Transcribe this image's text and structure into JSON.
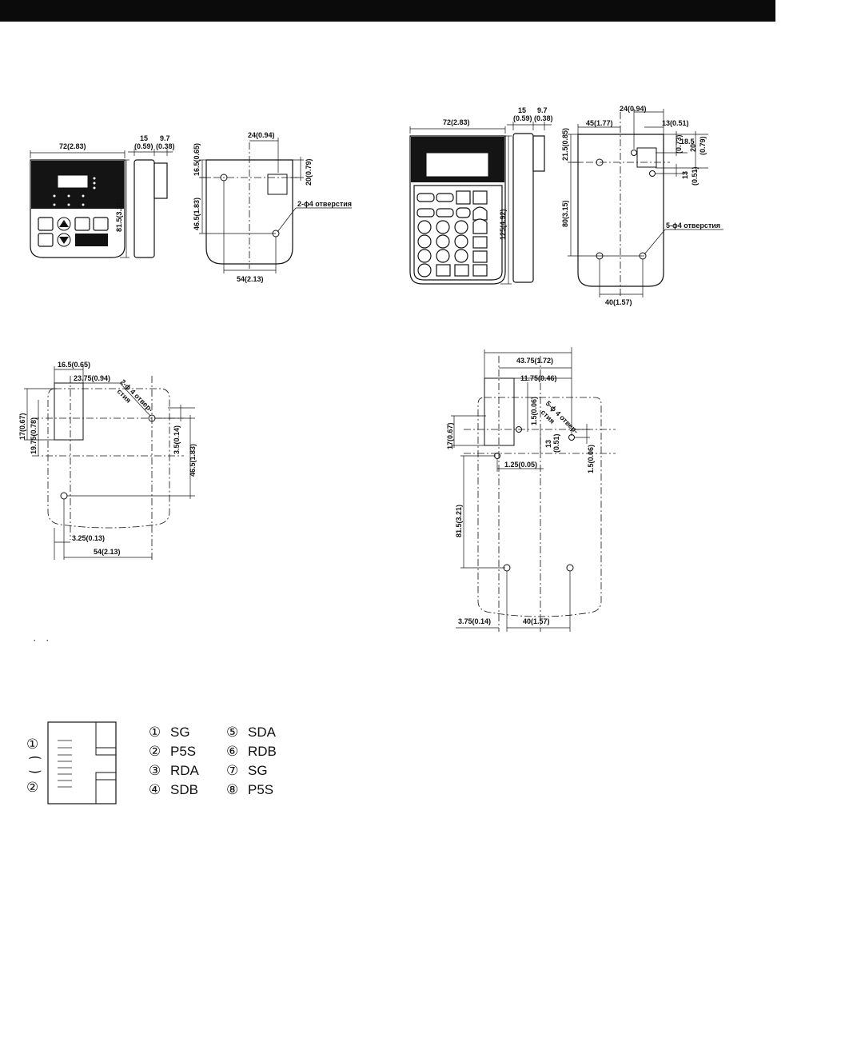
{
  "fig1": {
    "width_label": "72(2.83)",
    "depth_label_a": "15",
    "depth_label_a2": "(0.59)",
    "depth_label_b": "9.7",
    "depth_label_b2": "(0.38)",
    "height_label": "81.5(3.21)"
  },
  "fig2": {
    "top_label": "24(0.94)",
    "right_label": "20(0.79)",
    "left_top_label": "16.5(0.65)",
    "left_mid_label": "46.5(1.83)",
    "holes_label": "2-ϕ4 отверстия",
    "bottom_label": "54(2.13)"
  },
  "fig3": {
    "width_label": "72(2.83)",
    "depth_label_a": "15",
    "depth_label_a2": "(0.59)",
    "depth_label_b": "9.7",
    "depth_label_b2": "(0.38)",
    "height_label": "125(4.92)"
  },
  "fig4": {
    "top_a_label": "24(0.94)",
    "top_b_label": "45(1.77)",
    "top_c_label": "13(0.51)",
    "left_top_label": "21.5(0.85)",
    "left_mid_label": "80(3.15)",
    "right_a_label": "18.5",
    "right_a2_label": "(0.73)",
    "right_b_label": "20",
    "right_b2_label": "(0.79)",
    "right_c_label": "13",
    "right_c2_label": "(0.51)",
    "holes_label": "5-ϕ4 отверстия",
    "bottom_label": "40(1.57)"
  },
  "fig5": {
    "top_a_label": "16.5(0.65)",
    "top_b_label": "23.75(0.94)",
    "holes_label_a": "2-ϕ 4 отвер-",
    "holes_label_b": "стия",
    "left_a_label": "17(0.67)",
    "left_b_label": "19.75(0.78)",
    "right_a_label": "3.5(0.14)",
    "right_b_label": "46.5(1.83)",
    "bottom_a_label": "3.25(0.13)",
    "bottom_b_label": "54(2.13)"
  },
  "fig6": {
    "top_a_label": "43.75(1.72)",
    "top_b_label": "11.75(0.46)",
    "holes_label_a": "5-ϕ 4 отвер-",
    "holes_label_b": "стия",
    "inner_a_label": "1.5(0.06)",
    "inner_b_label": "13",
    "inner_b2_label": "(0.51)",
    "right_label": "1.5(0.06)",
    "left_a_label": "17(0.67)",
    "left_b_label": "81.5(3.21)",
    "mid_label": "1.25(0.05)",
    "bottom_a_label": "3.75(0.14)",
    "bottom_b_label": "40(1.57)"
  },
  "connector": {
    "left_top": "①",
    "left_mid": "⁐",
    "left_bottom": "②",
    "pins": [
      {
        "num": "①",
        "name": "SG"
      },
      {
        "num": "②",
        "name": "P5S"
      },
      {
        "num": "③",
        "name": "RDA"
      },
      {
        "num": "④",
        "name": "SDB"
      },
      {
        "num": "⑤",
        "name": "SDA"
      },
      {
        "num": "⑥",
        "name": "RDB"
      },
      {
        "num": "⑦",
        "name": "SG"
      },
      {
        "num": "⑧",
        "name": "P5S"
      }
    ]
  }
}
